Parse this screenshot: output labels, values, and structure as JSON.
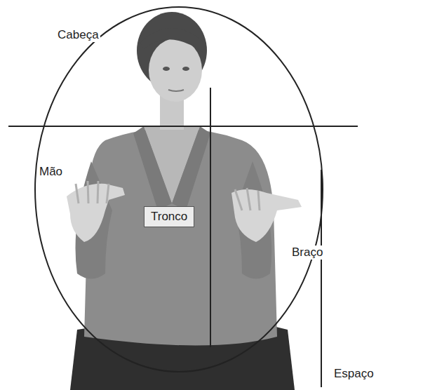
{
  "diagram": {
    "nodes": [
      {
        "text": [
          "Tronco"
        ]
      }
    ],
    "labels": [
      "Cabeça",
      "Mão",
      "Braço",
      "Espaço"
    ]
  }
}
